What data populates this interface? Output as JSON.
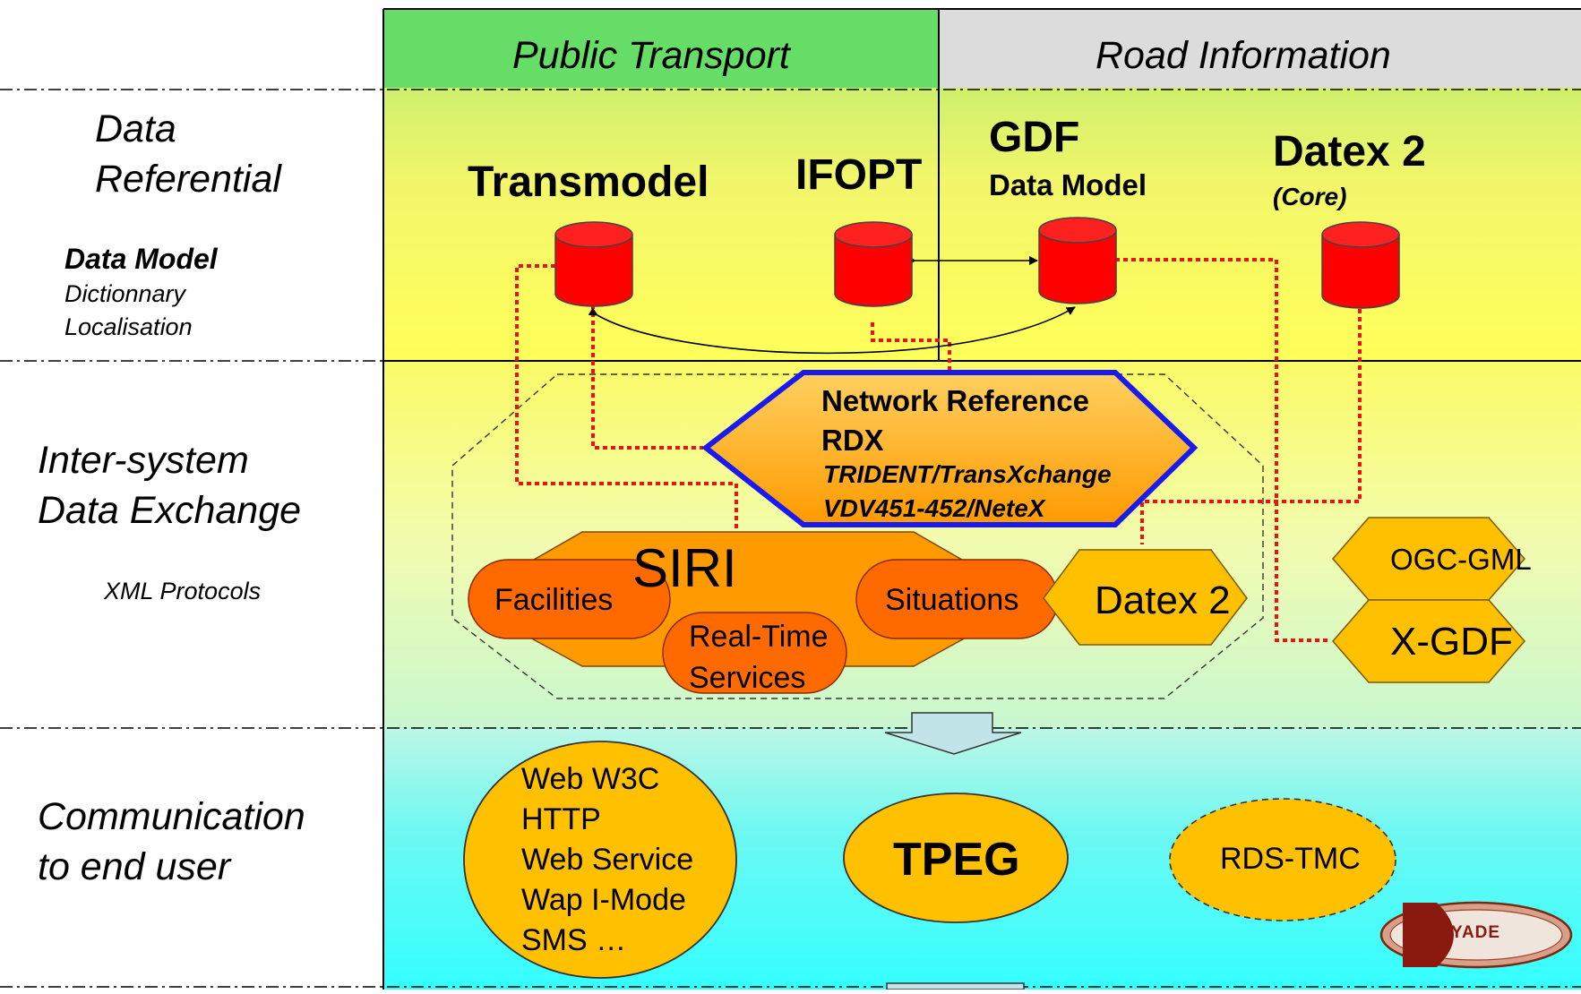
{
  "headers": {
    "public_transport": "Public Transport",
    "road_information": "Road Information"
  },
  "layers": {
    "data_referential": {
      "line1": "Data",
      "line2": "Referential"
    },
    "data_model": {
      "title": "Data Model",
      "line2": "Dictionnary",
      "line3": "Localisation"
    },
    "exchange": {
      "line1": "Inter-system",
      "line2": "Data Exchange",
      "sub": "XML Protocols"
    },
    "communication": {
      "line1": "Communication",
      "line2": "to end user"
    }
  },
  "databases": {
    "transmodel": "Transmodel",
    "ifopt": "IFOPT",
    "gdf": "GDF",
    "gdf_sub": "Data Model",
    "datex2": "Datex 2",
    "datex2_sub": "(Core)"
  },
  "network_reference": {
    "line1": "Network Reference",
    "line2": "RDX",
    "line3": "TRIDENT/TransXchange",
    "line4": "VDV451-452/NeteX"
  },
  "siri": {
    "title": "SIRI",
    "facilities": "Facilities",
    "situations": "Situations",
    "realtime1": "Real-Time",
    "realtime2": "Services"
  },
  "protocols": {
    "datex2": "Datex 2",
    "ogc_gml": "OGC-GML",
    "x_gdf": "X-GDF"
  },
  "end_user": {
    "web": [
      "Web W3C",
      "HTTP",
      "Web Service",
      "Wap I-Mode",
      "SMS …"
    ],
    "tpeg": "TPEG",
    "rds_tmc": "RDS-TMC"
  },
  "logo": {
    "text": "RYADE"
  },
  "colors": {
    "database_red": "#ff0000",
    "connector_red": "#ee1111",
    "network_ref_border": "#1a1aee",
    "orange": "#ff9a00",
    "dark_orange": "#ff6a00",
    "gold": "#ffc000",
    "public_transport_header": "#66dd66",
    "road_information_header": "#dcdcdc"
  }
}
